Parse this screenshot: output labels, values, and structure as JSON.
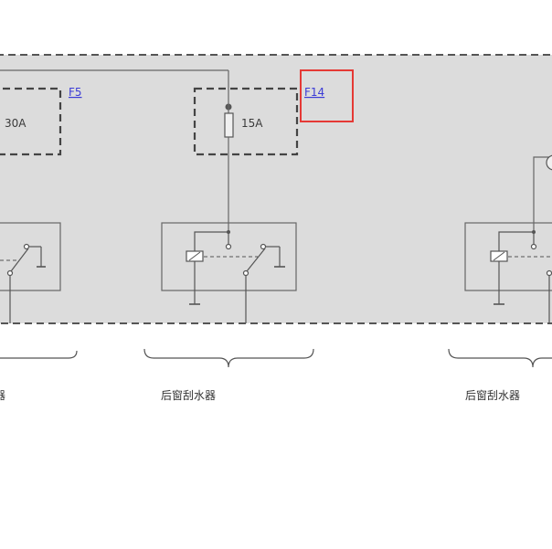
{
  "fuses": [
    {
      "link": "F5",
      "rating": "30A"
    },
    {
      "link": "F14",
      "rating": "15A"
    }
  ],
  "captions": {
    "left_partial": "器",
    "middle": "后窗刮水器",
    "right": "后窗刮水器"
  },
  "colors": {
    "module_fill": "#dcdcdc",
    "line": "#555555",
    "link": "#3b3bd6",
    "highlight": "#e53935"
  }
}
